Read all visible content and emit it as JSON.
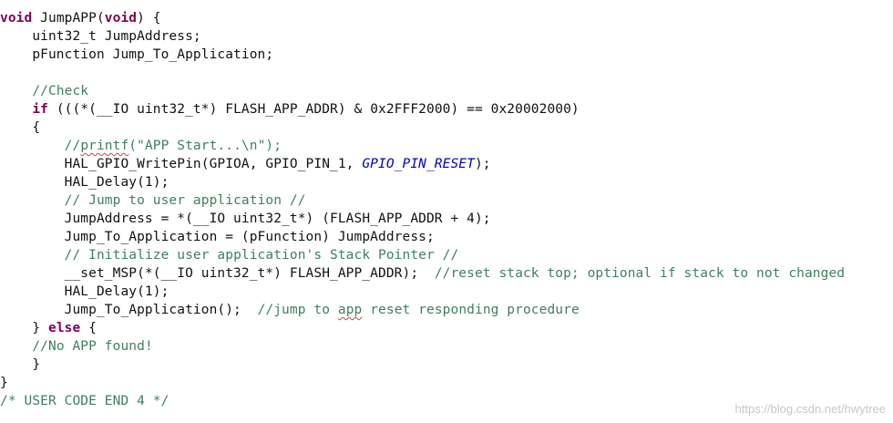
{
  "editor": {
    "colors": {
      "text": "#111111",
      "keyword": "#7f0055",
      "comment": "#3f7f5f",
      "enum_constant": "#0000c0",
      "spellcheck_underline": "#d04040",
      "background": "#ffffff"
    },
    "lines": [
      {
        "tokens": [
          {
            "t": "void",
            "c": "kw"
          },
          {
            "t": " JumpAPP("
          },
          {
            "t": "void",
            "c": "kw"
          },
          {
            "t": ") {"
          }
        ]
      },
      {
        "tokens": [
          {
            "t": "    uint32_t JumpAddress;"
          }
        ]
      },
      {
        "tokens": [
          {
            "t": "    pFunction Jump_To_Application;"
          }
        ]
      },
      {
        "tokens": []
      },
      {
        "tokens": [
          {
            "t": "    "
          },
          {
            "t": "//Check",
            "c": "cm"
          }
        ]
      },
      {
        "tokens": [
          {
            "t": "    "
          },
          {
            "t": "if",
            "c": "kw"
          },
          {
            "t": " (((*(__IO uint32_t*) FLASH_APP_ADDR) & 0x2FFF2000) == 0x20002000)"
          }
        ]
      },
      {
        "tokens": [
          {
            "t": "    {"
          }
        ]
      },
      {
        "tokens": [
          {
            "t": "        "
          },
          {
            "t": "//",
            "c": "cm"
          },
          {
            "t": "printf",
            "c": "cm squiggle"
          },
          {
            "t": "(\"APP Start...\\n\");",
            "c": "cm"
          }
        ]
      },
      {
        "tokens": [
          {
            "t": "        HAL_GPIO_WritePin(GPIOA, GPIO_PIN_1, "
          },
          {
            "t": "GPIO_PIN_RESET",
            "c": "en"
          },
          {
            "t": ");"
          }
        ]
      },
      {
        "tokens": [
          {
            "t": "        HAL_Delay(1);"
          }
        ]
      },
      {
        "tokens": [
          {
            "t": "        "
          },
          {
            "t": "// Jump to user application //",
            "c": "cm"
          }
        ]
      },
      {
        "tokens": [
          {
            "t": "        JumpAddress = *(__IO uint32_t*) (FLASH_APP_ADDR + 4);"
          }
        ]
      },
      {
        "tokens": [
          {
            "t": "        Jump_To_Application = (pFunction) JumpAddress;"
          }
        ]
      },
      {
        "tokens": [
          {
            "t": "        "
          },
          {
            "t": "// Initialize user application's Stack Pointer //",
            "c": "cm"
          }
        ]
      },
      {
        "tokens": [
          {
            "t": "        __set_MSP(*(__IO uint32_t*) FLASH_APP_ADDR);  "
          },
          {
            "t": "//reset stack top; optional if stack to not changed",
            "c": "cm"
          }
        ]
      },
      {
        "tokens": [
          {
            "t": "        HAL_Delay(1);"
          }
        ]
      },
      {
        "tokens": [
          {
            "t": "        Jump_To_Application();  "
          },
          {
            "t": "//jump to ",
            "c": "cm"
          },
          {
            "t": "app",
            "c": "cm squiggle"
          },
          {
            "t": " reset responding procedure",
            "c": "cm"
          }
        ]
      },
      {
        "tokens": [
          {
            "t": "    } "
          },
          {
            "t": "else",
            "c": "kw"
          },
          {
            "t": " {"
          }
        ]
      },
      {
        "tokens": [
          {
            "t": "    "
          },
          {
            "t": "//No APP found!",
            "c": "cm"
          }
        ]
      },
      {
        "tokens": [
          {
            "t": "    }"
          }
        ]
      },
      {
        "tokens": [
          {
            "t": "}"
          }
        ]
      },
      {
        "tokens": [
          {
            "t": "/* USER CODE END 4 */",
            "c": "cm"
          }
        ]
      }
    ]
  },
  "watermark": {
    "text": "https://blog.csdn.net/hwytree"
  }
}
